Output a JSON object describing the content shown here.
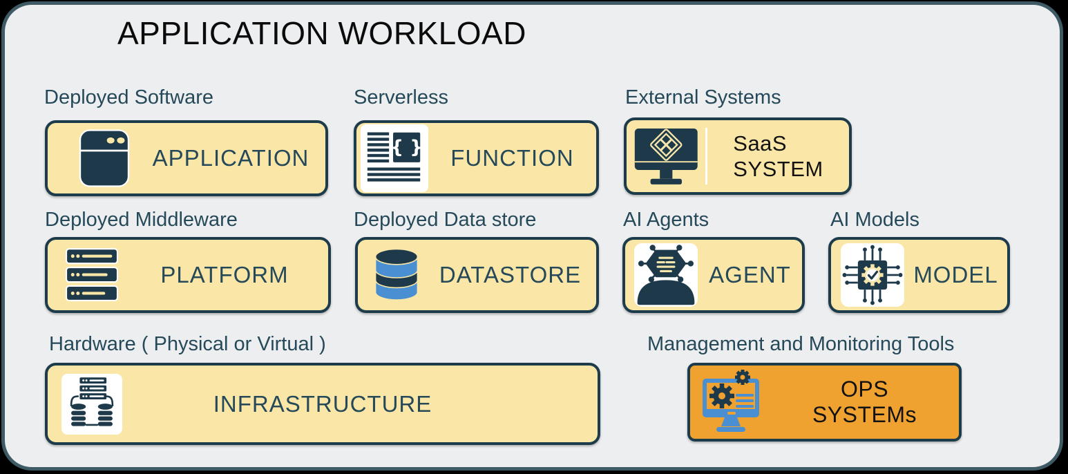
{
  "panel": {
    "title": "APPLICATION WORKLOAD",
    "background": "#EDEEF0",
    "border_color": "#3E5A64",
    "outer_background": "#000000"
  },
  "colors": {
    "card_background": "#FAE7A7",
    "card_border": "#1C3B4B",
    "label_text": "#26495A",
    "card_title_text": "#26495A",
    "dark_text": "#121212",
    "ops_card_background": "#F0A231",
    "icon_dark_teal": "#1E3A4A",
    "icon_blue": "#4A8FD1",
    "icon_pale_yellow": "#F5E6AB",
    "icon_white": "#FFFFFF"
  },
  "groups": {
    "deployed_software": {
      "label": "Deployed Software",
      "card_title": "APPLICATION",
      "icon": "browser-window-icon"
    },
    "serverless": {
      "label": "Serverless",
      "card_title": "FUNCTION",
      "icon": "code-document-icon"
    },
    "external_systems": {
      "label": "External Systems",
      "card_title_line1": "SaaS",
      "card_title_line2": "SYSTEM",
      "icon": "monitor-diamond-grid-icon"
    },
    "deployed_middleware": {
      "label": "Deployed Middleware",
      "card_title": "PLATFORM",
      "icon": "server-stack-icon"
    },
    "deployed_data_store": {
      "label": "Deployed Data store",
      "card_title": "DATASTORE",
      "icon": "database-cylinder-icon"
    },
    "ai_agents": {
      "label": "AI Agents",
      "card_title": "AGENT",
      "icon": "ai-agent-person-icon"
    },
    "ai_models": {
      "label": "AI Models",
      "card_title": "MODEL",
      "icon": "ai-chip-gear-icon"
    },
    "hardware": {
      "label": "Hardware ( Physical or Virtual )",
      "card_title": "INFRASTRUCTURE",
      "icon": "server-cluster-icon"
    },
    "management_monitoring": {
      "label": "Management and Monitoring Tools",
      "card_title_line1": "OPS",
      "card_title_line2": "SYSTEMs",
      "icon": "monitor-gears-icon"
    }
  }
}
